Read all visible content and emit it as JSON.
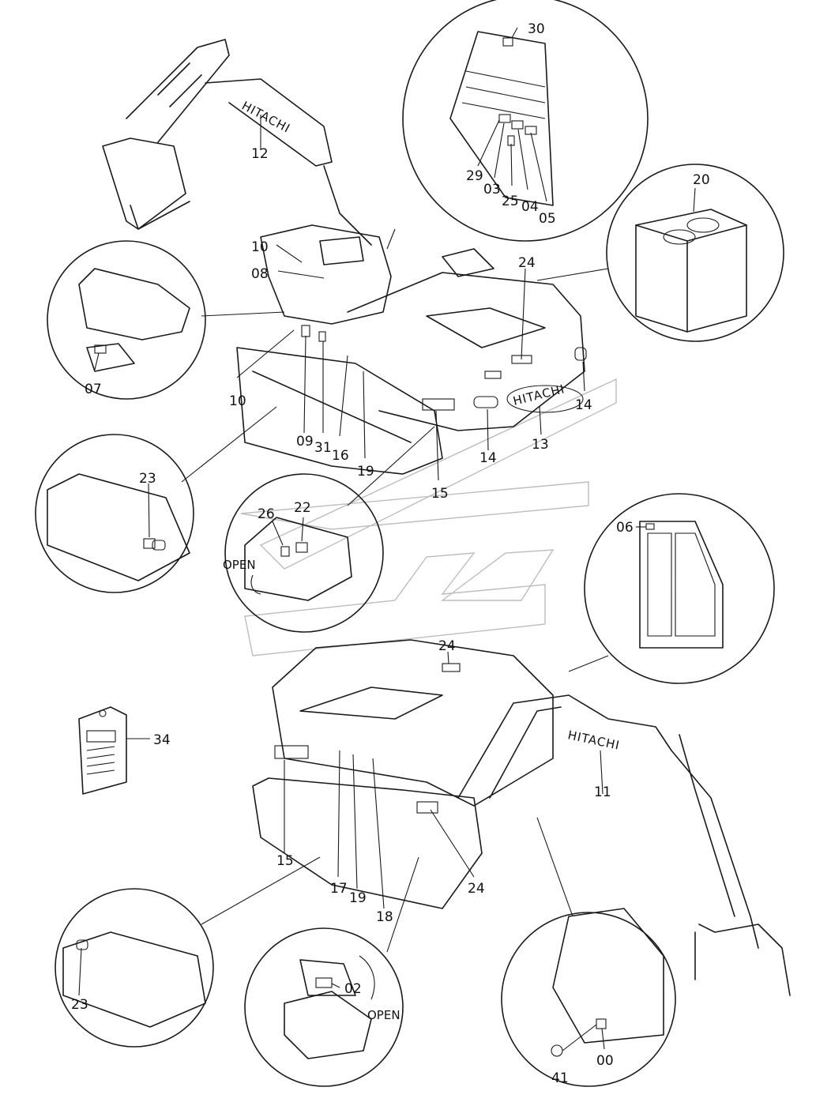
{
  "callouts": {
    "c30": "30",
    "c29": "29",
    "c03": "03",
    "c25": "25",
    "c04": "04",
    "c05": "05",
    "c20": "20",
    "c12": "12",
    "c10a": "10",
    "c08": "08",
    "c24a": "24",
    "c07": "07",
    "c10b": "10",
    "c09": "09",
    "c31": "31",
    "c16": "16",
    "c19a": "19",
    "c15a": "15",
    "c14a": "14",
    "c13": "13",
    "c14b": "14",
    "c23a": "23",
    "c26": "26",
    "c22": "22",
    "c06": "06",
    "c24b": "24",
    "c34": "34",
    "c11": "11",
    "c15b": "15",
    "c17": "17",
    "c19b": "19",
    "c18": "18",
    "c24c": "24",
    "c23b": "23",
    "c02": "02",
    "c00": "00",
    "c41": "41"
  },
  "brand_marks": {
    "boom_top": "HITACHI",
    "counterweight": "HITACHI",
    "boom_bottom": "HITACHI"
  },
  "open_labels": {
    "cover": "OPEN",
    "toolbox": "OPEN"
  }
}
